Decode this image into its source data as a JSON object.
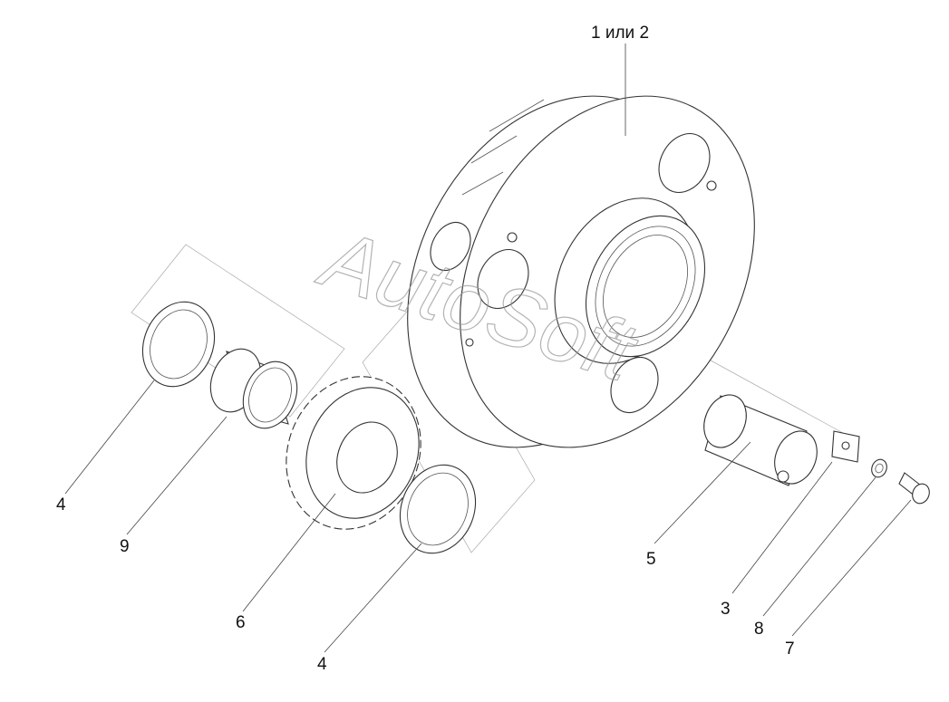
{
  "watermark": "AutoSoft",
  "callouts": [
    {
      "id": "1-2",
      "label": "1 или 2"
    },
    {
      "id": "4a",
      "label": "4"
    },
    {
      "id": "9",
      "label": "9"
    },
    {
      "id": "6",
      "label": "6"
    },
    {
      "id": "4b",
      "label": "4"
    },
    {
      "id": "5",
      "label": "5"
    },
    {
      "id": "3",
      "label": "3"
    },
    {
      "id": "8",
      "label": "8"
    },
    {
      "id": "7",
      "label": "7"
    }
  ]
}
